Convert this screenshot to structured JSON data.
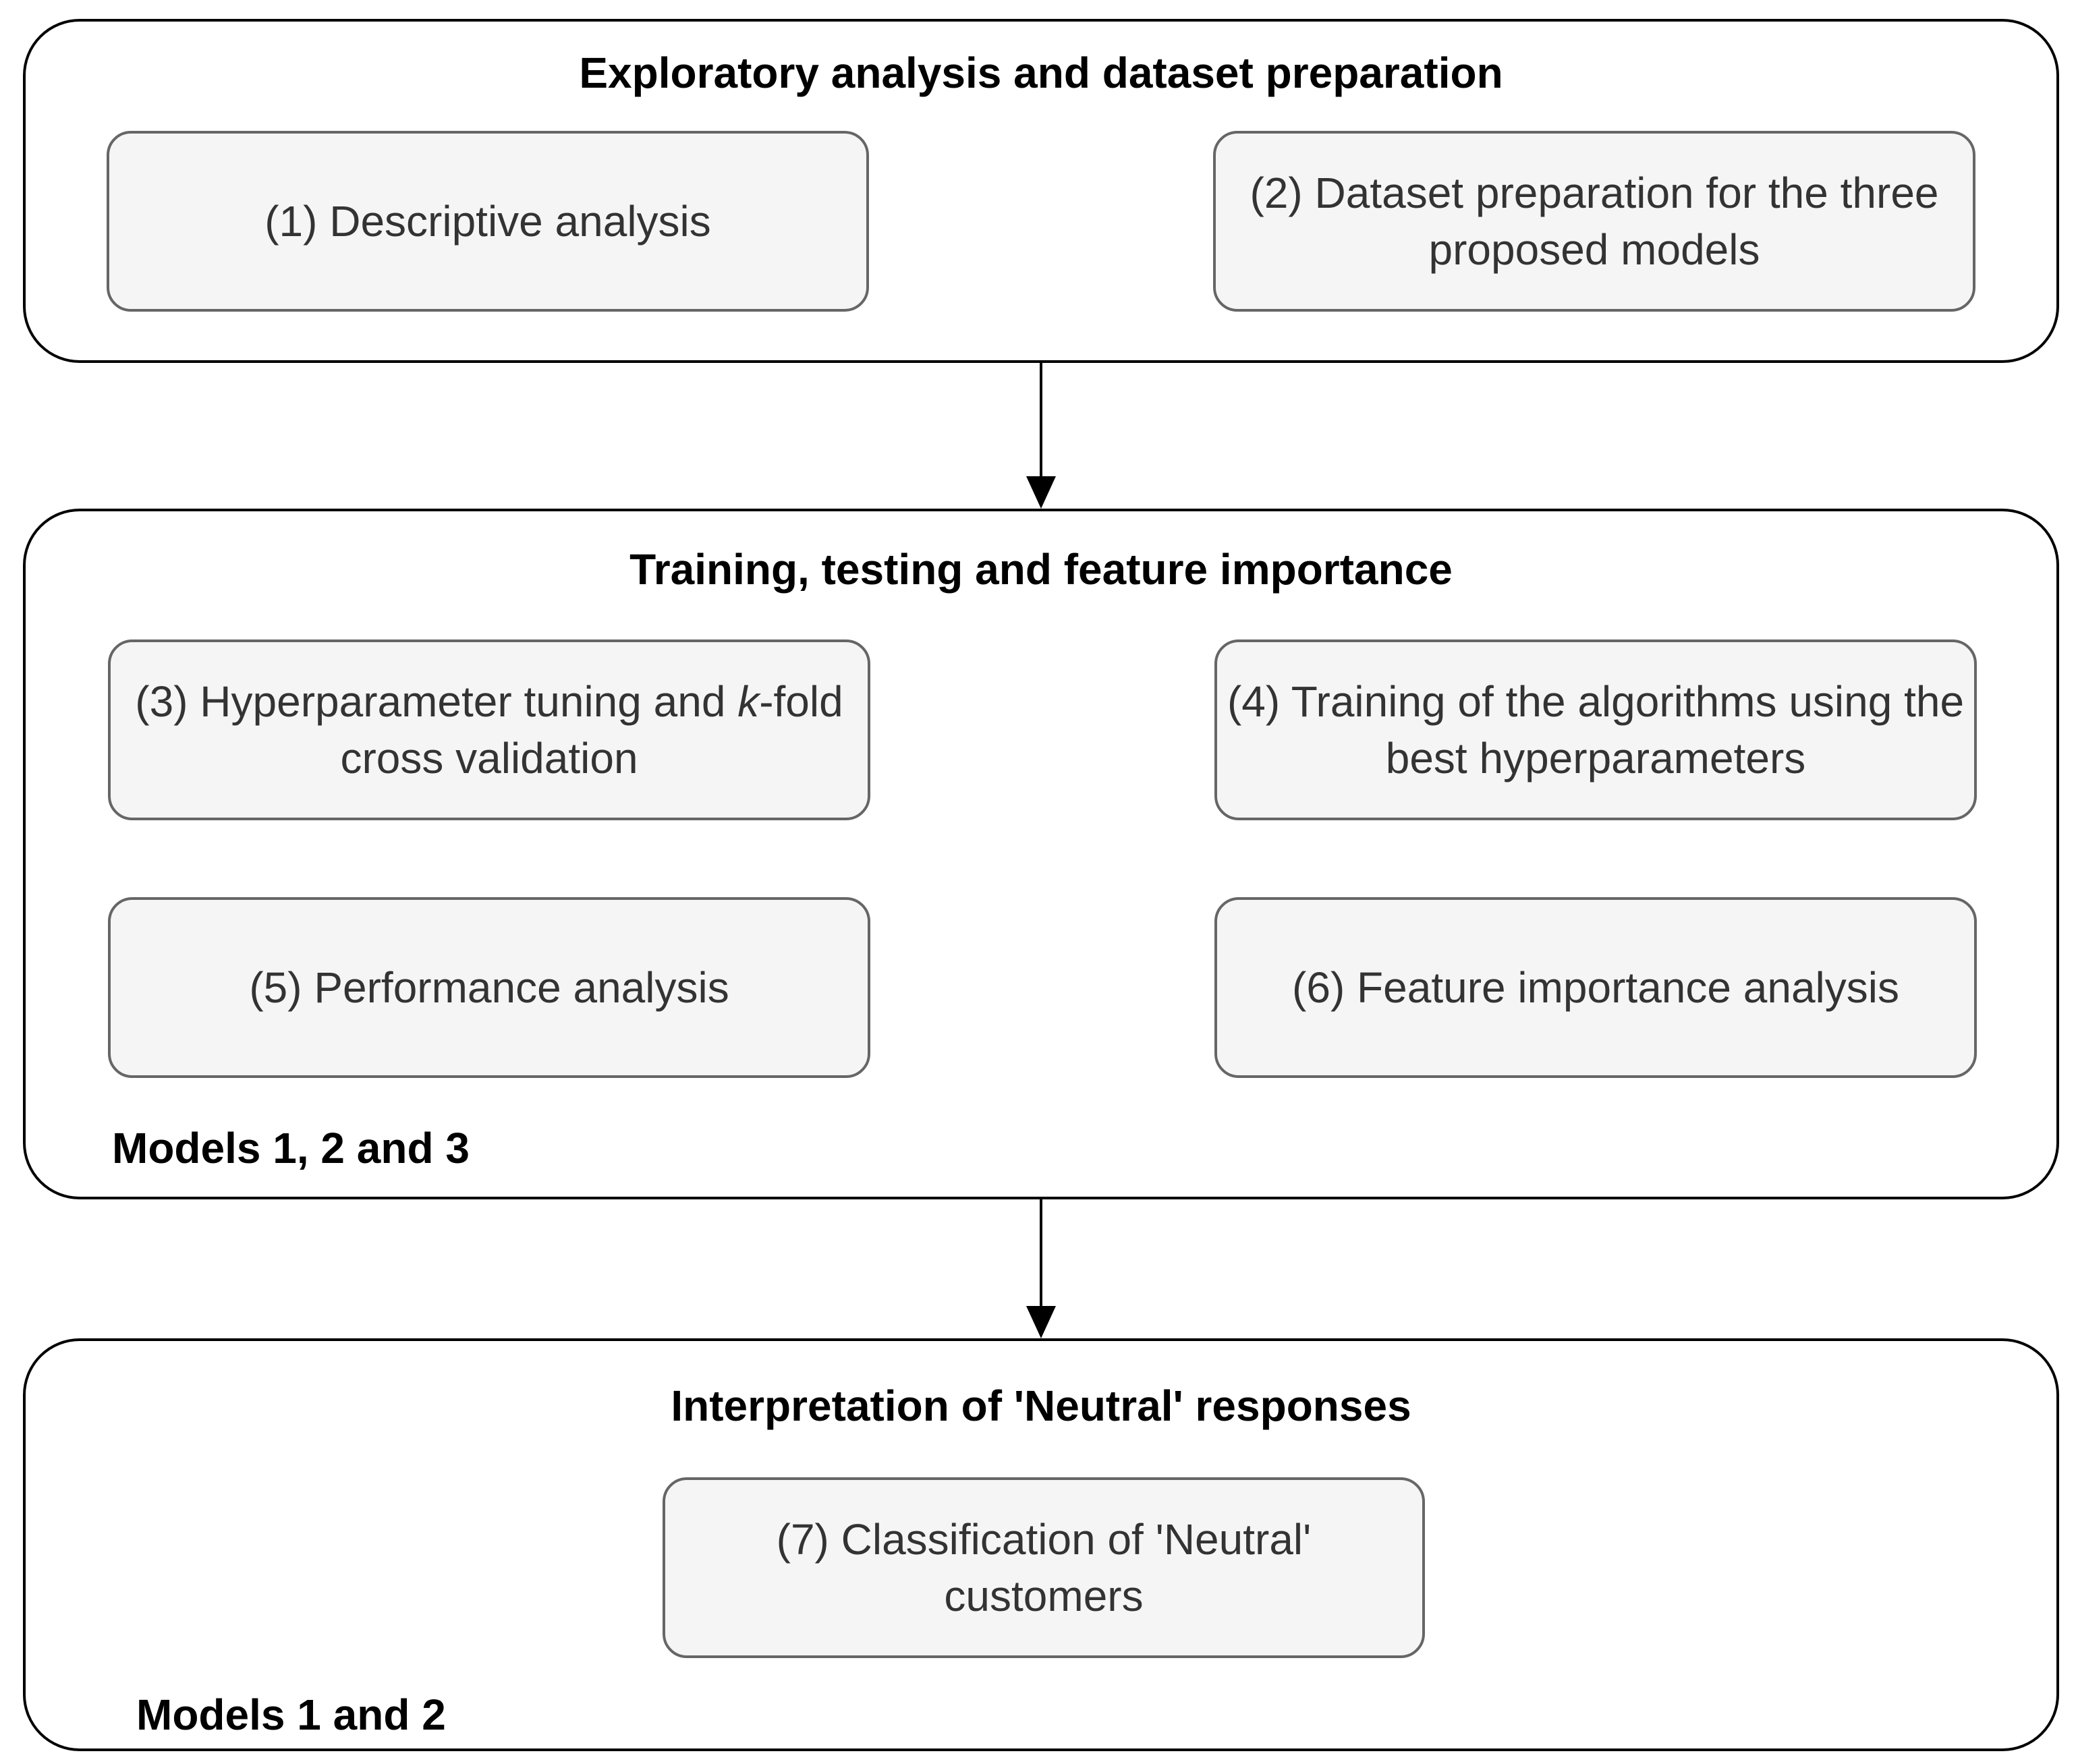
{
  "phases": [
    {
      "title": "Exploratory analysis and dataset preparation",
      "footer": "",
      "steps": [
        {
          "label": "(1) Descriptive analysis"
        },
        {
          "label": "(2) Dataset preparation for the three proposed models"
        }
      ]
    },
    {
      "title": "Training, testing and feature importance",
      "footer": "Models 1, 2 and 3",
      "steps": [
        {
          "label_prefix": "(3) Hyperparameter tuning and ",
          "label_italic": "k",
          "label_suffix": "-fold cross validation"
        },
        {
          "label": "(4) Training of the algorithms using the best hyperparameters"
        },
        {
          "label": "(5) Performance analysis"
        },
        {
          "label": "(6) Feature importance analysis"
        }
      ]
    },
    {
      "title": "Interpretation of 'Neutral' responses",
      "footer": "Models 1 and 2",
      "steps": [
        {
          "label": "(7) Classification of 'Neutral' customers"
        }
      ]
    }
  ],
  "connectors": [
    {
      "from": "phase-1",
      "to": "phase-2"
    },
    {
      "from": "phase-2",
      "to": "phase-3"
    }
  ]
}
